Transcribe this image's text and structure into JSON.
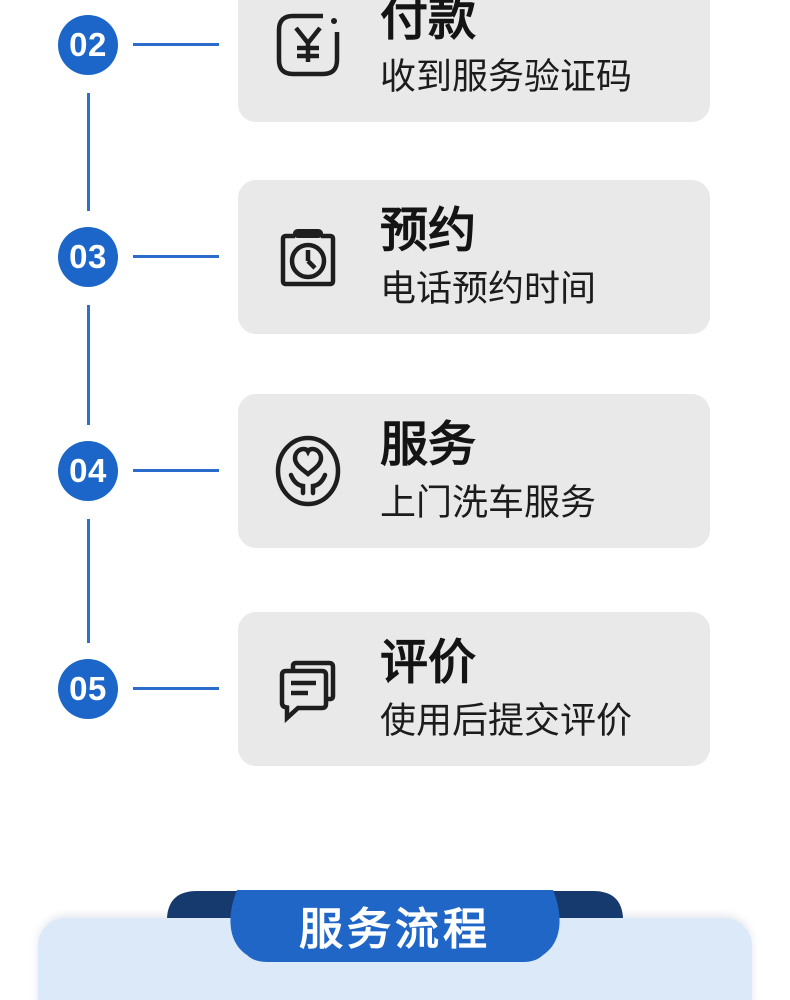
{
  "section": {
    "banner_label": "服务流程"
  },
  "process_steps": [
    {
      "number": "02",
      "title": "付款",
      "description": "收到服务验证码",
      "icon": "yen-payment-icon"
    },
    {
      "number": "03",
      "title": "预约",
      "description": "电话预约时间",
      "icon": "appointment-clock-icon"
    },
    {
      "number": "04",
      "title": "服务",
      "description": "上门洗车服务",
      "icon": "heart-hands-icon"
    },
    {
      "number": "05",
      "title": "评价",
      "description": "使用后提交评价",
      "icon": "comment-chat-icon"
    }
  ],
  "colors": {
    "badge_blue": "#1b66c8",
    "connector_blue": "#2f6fd0",
    "card_gray": "#e9e9e9",
    "ribbon_blue": "#1f66c6",
    "ribbon_fold_navy": "#16396e",
    "panel_light_blue": "#dce9f8",
    "icon_dark": "#1e1e1e",
    "text_dark": "#141414"
  }
}
